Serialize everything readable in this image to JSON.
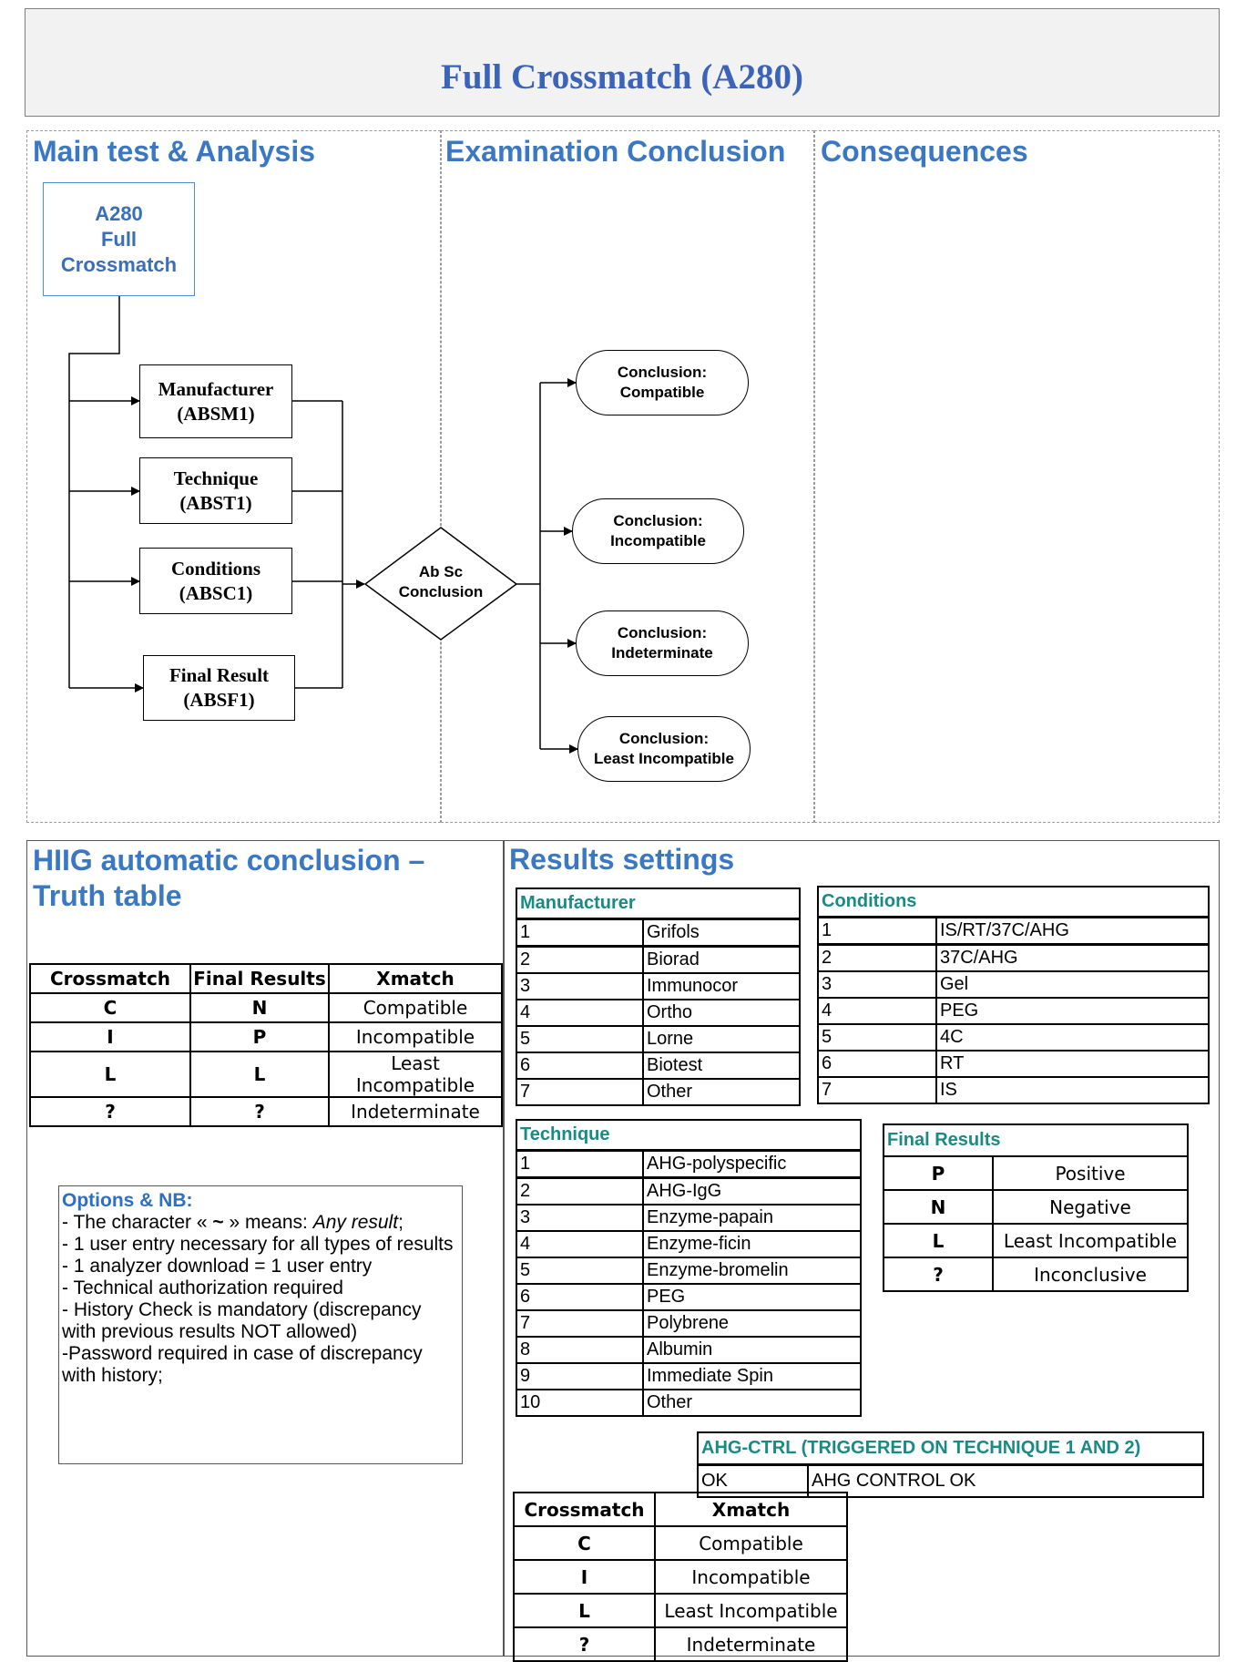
{
  "title": "Full Crossmatch (A280)",
  "columns": {
    "main": "Main test & Analysis",
    "exam": "Examination Conclusion",
    "consequences": "Consequences"
  },
  "flow": {
    "start": [
      "A280",
      "Full",
      "Crossmatch"
    ],
    "inputs": [
      {
        "name": "Manufacturer",
        "code": "(ABSM1)"
      },
      {
        "name": "Technique",
        "code": "(ABST1)"
      },
      {
        "name": "Conditions",
        "code": "(ABSC1)"
      },
      {
        "name": "Final Result",
        "code": "(ABSF1)"
      }
    ],
    "decision": [
      "Ab Sc",
      "Conclusion"
    ],
    "conclusions": [
      [
        "Conclusion:",
        "Compatible"
      ],
      [
        "Conclusion:",
        "Incompatible"
      ],
      [
        "Conclusion:",
        "Indeterminate"
      ],
      [
        "Conclusion:",
        "Least Incompatible"
      ]
    ]
  },
  "truth_table": {
    "heading": [
      "HIIG automatic conclusion –",
      "Truth table"
    ],
    "headers": [
      "Crossmatch",
      "Final Results",
      "Xmatch"
    ],
    "rows": [
      [
        "C",
        "N",
        "Compatible"
      ],
      [
        "I",
        "P",
        "Incompatible"
      ],
      [
        "L",
        "L",
        "Least Incompatible"
      ],
      [
        "?",
        "?",
        "Indeterminate"
      ]
    ]
  },
  "options": {
    "title": "Options & NB:",
    "line1_pre": "- The character « ",
    "line1_sym": "~",
    "line1_mid": " » means: ",
    "line1_em": "Any result",
    "line1_post": ";",
    "lines": [
      "- 1 user entry necessary for all types of results",
      "- 1 analyzer download = 1 user entry",
      "- Technical authorization required",
      "- History Check is mandatory (discrepancy with previous results NOT allowed)",
      "-Password required in case of discrepancy with history;"
    ]
  },
  "results_settings": {
    "heading": "Results settings",
    "manufacturer": {
      "title": "Manufacturer",
      "rows": [
        [
          "1",
          "Grifols"
        ],
        [
          "2",
          "Biorad"
        ],
        [
          "3",
          "Immunocor"
        ],
        [
          "4",
          "Ortho"
        ],
        [
          "5",
          "Lorne"
        ],
        [
          "6",
          "Biotest"
        ],
        [
          "7",
          "Other"
        ]
      ]
    },
    "conditions": {
      "title": "Conditions",
      "rows": [
        [
          "1",
          "IS/RT/37C/AHG"
        ],
        [
          "2",
          "37C/AHG"
        ],
        [
          "3",
          "Gel"
        ],
        [
          "4",
          "PEG"
        ],
        [
          "5",
          "4C"
        ],
        [
          "6",
          "RT"
        ],
        [
          "7",
          "IS"
        ]
      ]
    },
    "technique": {
      "title": "Technique",
      "rows": [
        [
          "1",
          "AHG-polyspecific"
        ],
        [
          "2",
          "AHG-IgG"
        ],
        [
          "3",
          "Enzyme-papain"
        ],
        [
          "4",
          "Enzyme-ficin"
        ],
        [
          "5",
          "Enzyme-bromelin"
        ],
        [
          "6",
          "PEG"
        ],
        [
          "7",
          "Polybrene"
        ],
        [
          "8",
          "Albumin"
        ],
        [
          "9",
          "Immediate Spin"
        ],
        [
          "10",
          "Other"
        ]
      ]
    },
    "final_results": {
      "title": "Final Results",
      "rows": [
        [
          "P",
          "Positive"
        ],
        [
          "N",
          "Negative"
        ],
        [
          "L",
          "Least Incompatible"
        ],
        [
          "?",
          "Inconclusive"
        ]
      ]
    },
    "ahg_ctrl": {
      "title": "AHG-CTRL (TRIGGERED ON TECHNIQUE 1 AND 2)",
      "rows": [
        [
          "OK",
          "AHG CONTROL OK"
        ]
      ]
    },
    "xmatch": {
      "headers": [
        "Crossmatch",
        "Xmatch"
      ],
      "rows": [
        [
          "C",
          "Compatible"
        ],
        [
          "I",
          "Incompatible"
        ],
        [
          "L",
          "Least Incompatible"
        ],
        [
          "?",
          "Indeterminate"
        ]
      ]
    }
  }
}
